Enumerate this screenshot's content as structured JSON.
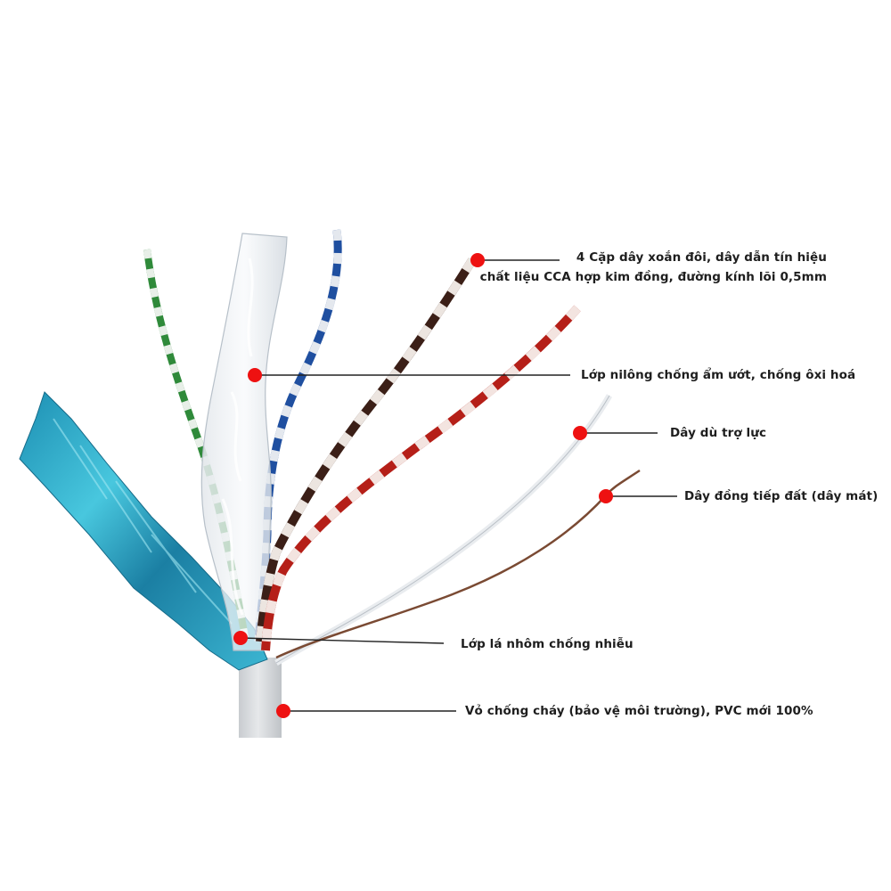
{
  "colors": {
    "marker": "#ee1111",
    "leader": "#222222",
    "foil": "#2aa7c4",
    "jacket": "#d9dcdf"
  },
  "callouts": [
    {
      "key": "pairs",
      "lines": [
        "4 Cặp dây xoắn đôi, dây dẫn tín hiệu",
        "chất liệu CCA hợp kim đồng, đường kính lõi 0,5mm"
      ]
    },
    {
      "key": "nylon",
      "lines": [
        "Lớp nilông chống ẩm ướt, chống ôxi hoá"
      ]
    },
    {
      "key": "ripcord",
      "lines": [
        "Dây dù trợ lực"
      ]
    },
    {
      "key": "drain",
      "lines": [
        "Dây đồng tiếp đất (dây mát)"
      ]
    },
    {
      "key": "foil",
      "lines": [
        "Lớp lá nhôm chống nhiễu"
      ]
    },
    {
      "key": "jacket",
      "lines": [
        "Vỏ chống cháy (bảo vệ môi trường), PVC mới 100%"
      ]
    }
  ]
}
